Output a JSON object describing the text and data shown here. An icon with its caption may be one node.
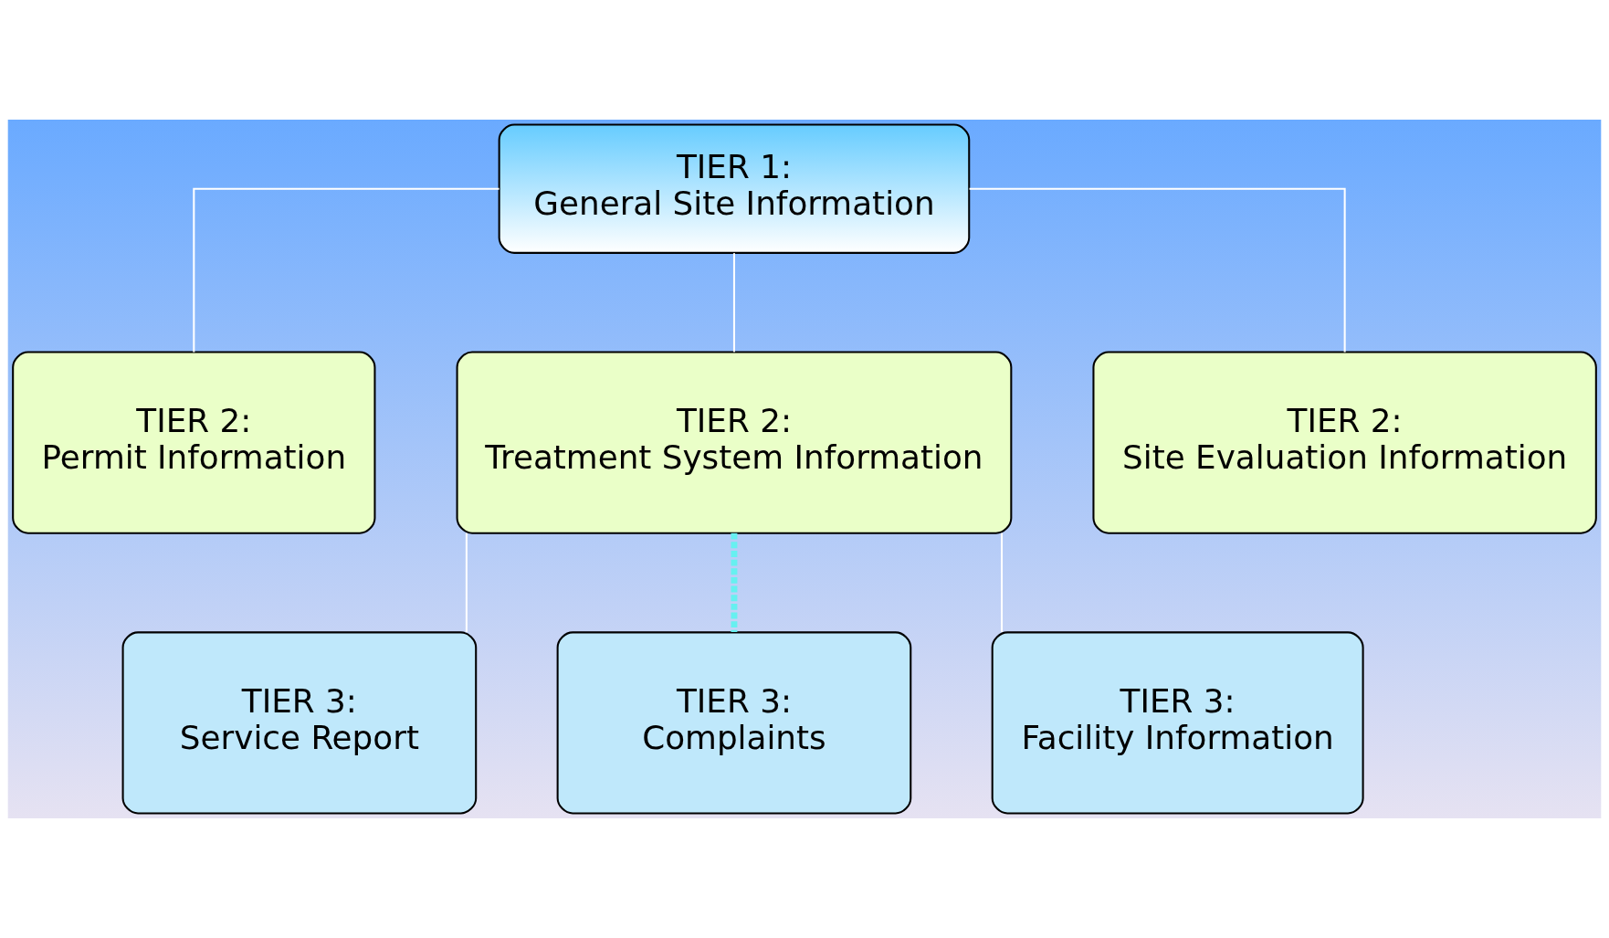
{
  "diagram": {
    "nodes": [
      {
        "text": [
          "TIER 1:",
          "General Site Information"
        ]
      },
      {
        "text": [
          "TIER 2:",
          "Permit Information"
        ]
      },
      {
        "text": [
          "TIER 2:",
          "Treatment System Information"
        ]
      },
      {
        "text": [
          "TIER 2:",
          "Site Evaluation Information"
        ]
      },
      {
        "text": [
          "TIER 3:",
          "Service Report"
        ]
      },
      {
        "text": [
          "TIER 3:",
          "Complaints"
        ]
      },
      {
        "text": [
          "TIER 3:",
          "Facility Information"
        ]
      }
    ],
    "edges": [
      {
        "from": 0,
        "to": 1,
        "arrow": "none"
      },
      {
        "from": 0,
        "to": 2,
        "arrow": "none"
      },
      {
        "from": 0,
        "to": 3,
        "arrow": "none"
      },
      {
        "from": 2,
        "to": 4,
        "arrow": "none"
      },
      {
        "from": 2,
        "to": 5,
        "arrow": "none",
        "style": "dashed",
        "color": "#66f0f0"
      },
      {
        "from": 2,
        "to": 6,
        "arrow": "none"
      }
    ]
  }
}
